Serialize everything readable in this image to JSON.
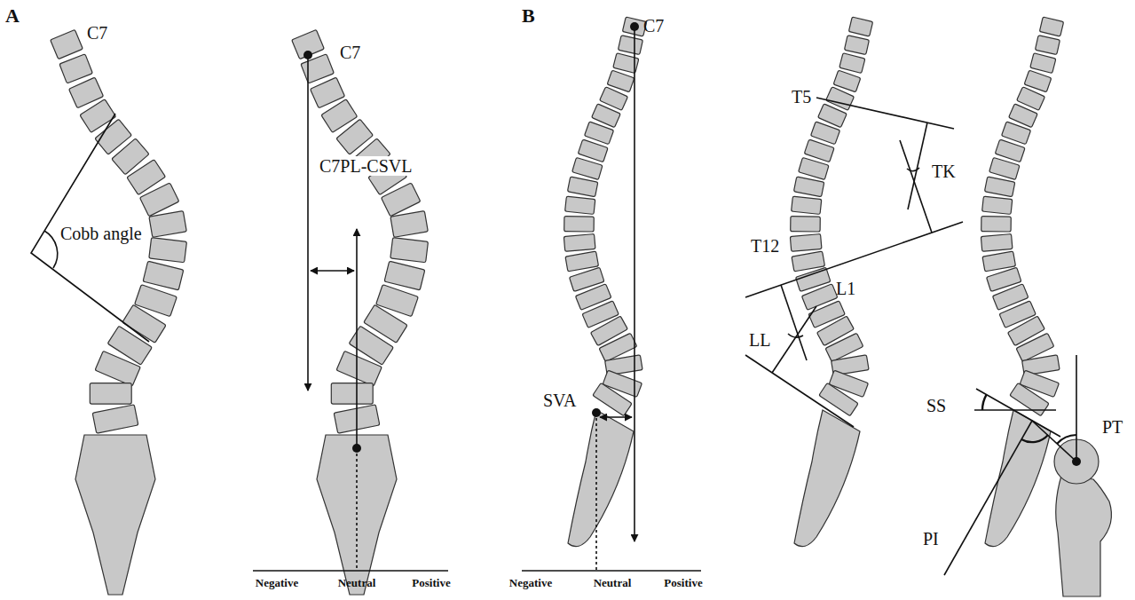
{
  "diagram": {
    "labels": [
      "A",
      "C7",
      "Cobb angle",
      "C7",
      "C7PL-CSVL",
      "Negative",
      "Neutral",
      "Positive",
      "B",
      "C7",
      "SVA",
      "Negative",
      "Neutral",
      "Positive",
      "T5",
      "TK",
      "T12",
      "L1",
      "LL",
      "SS",
      "PT",
      "PI"
    ]
  }
}
